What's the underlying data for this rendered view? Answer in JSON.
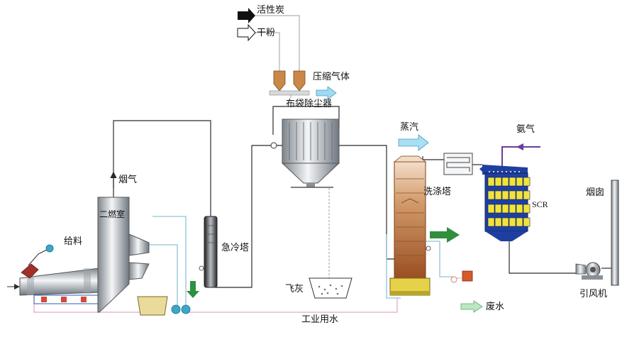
{
  "labels": {
    "activated_carbon": "活性炭",
    "dry_powder": "干粉",
    "compressed_air": "压缩气体",
    "bag_filter": "布袋除尘器",
    "steam": "蒸汽",
    "ammonia": "氨气",
    "flue_gas": "烟气",
    "secondary_chamber": "二燃室",
    "feeding": "给料",
    "quench_tower": "急冷塔",
    "scrubber": "洗涤塔",
    "scr": "SCR",
    "chimney": "烟囱",
    "fly_ash": "飞灰",
    "id_fan": "引风机",
    "wastewater": "废水",
    "industrial_water": "工业用水"
  },
  "colors": {
    "pipe": "#2b2b2b",
    "water_pipe": "#7fb3c8",
    "steel_dark": "#6f7780",
    "steel_light": "#e3e7ea",
    "scr_blue": "#1f3fa0",
    "scr_catalyst": "#f2e33a",
    "scrubber_brown": "#b06a3c",
    "arrow_green": "#2f8f3f",
    "arrow_lightblue": "#8fd0ec",
    "ammonia_purple": "#6a3d9a"
  }
}
